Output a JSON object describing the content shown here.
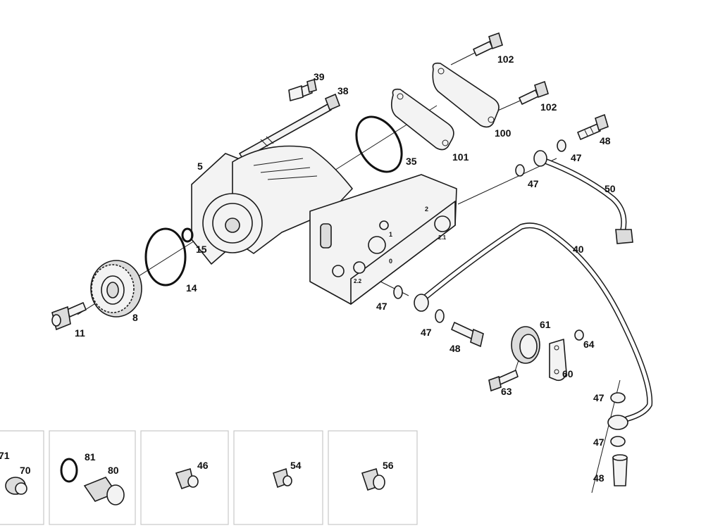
{
  "labels": {
    "l39": "39",
    "l38": "38",
    "l102a": "102",
    "l102b": "102",
    "l100": "100",
    "l101": "101",
    "l35": "35",
    "l48a": "48",
    "l47a": "47",
    "l47b": "47",
    "l50": "50",
    "l5": "5",
    "l15": "15",
    "l14": "14",
    "l8": "8",
    "l11": "11",
    "l40": "40",
    "l47c": "47",
    "l47d": "47",
    "l48b": "48",
    "l61": "61",
    "l64": "64",
    "l60": "60",
    "l63": "63",
    "l47e": "47",
    "l47f": "47",
    "l48c": "48",
    "l71": "71",
    "l70": "70",
    "l81": "81",
    "l80": "80",
    "l46": "46",
    "l54": "54",
    "l56": "56"
  },
  "housing_markings": {
    "m1": "2",
    "m2": "0",
    "m3": "1",
    "m4": "2.1",
    "m5": "2.2"
  }
}
